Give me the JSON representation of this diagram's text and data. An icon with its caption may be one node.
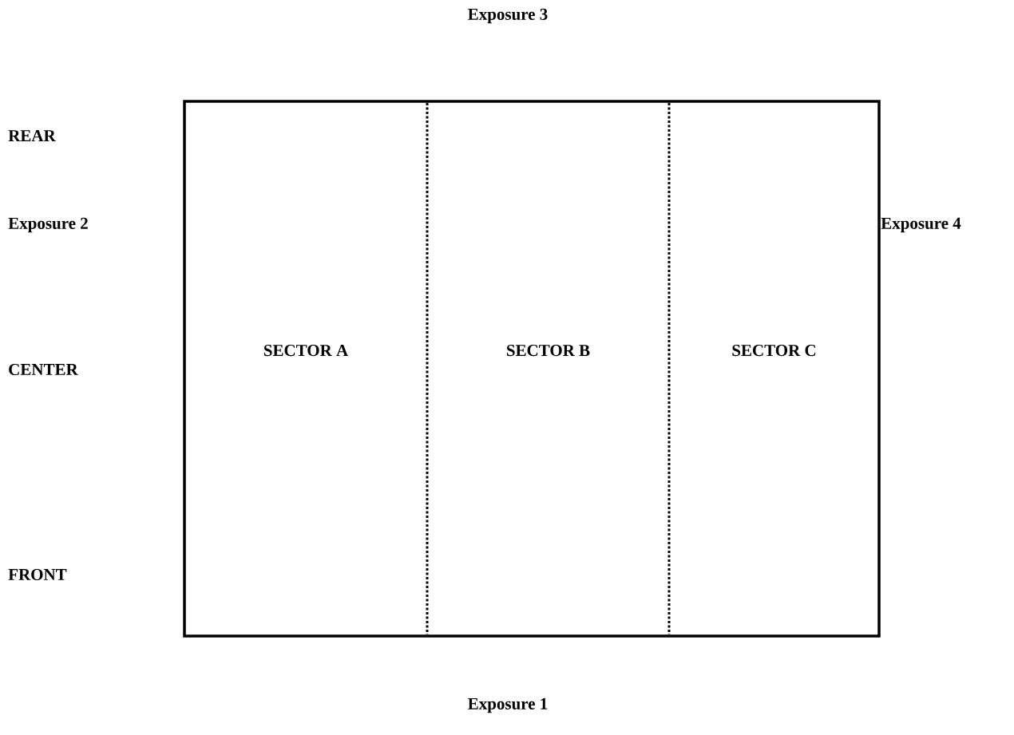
{
  "diagram": {
    "nodes": [
      {
        "text": [],
        "shape": "box"
      },
      {
        "text": [
          "SECTOR A"
        ],
        "in": 0
      },
      {
        "text": [
          "SECTOR B"
        ],
        "in": 0
      },
      {
        "text": [
          "SECTOR C"
        ],
        "in": 0
      }
    ],
    "labels": [
      "Exposure 3",
      "REAR",
      "Exposure 2",
      "Exposure 4",
      "CENTER",
      "FRONT",
      "Exposure 1"
    ]
  }
}
